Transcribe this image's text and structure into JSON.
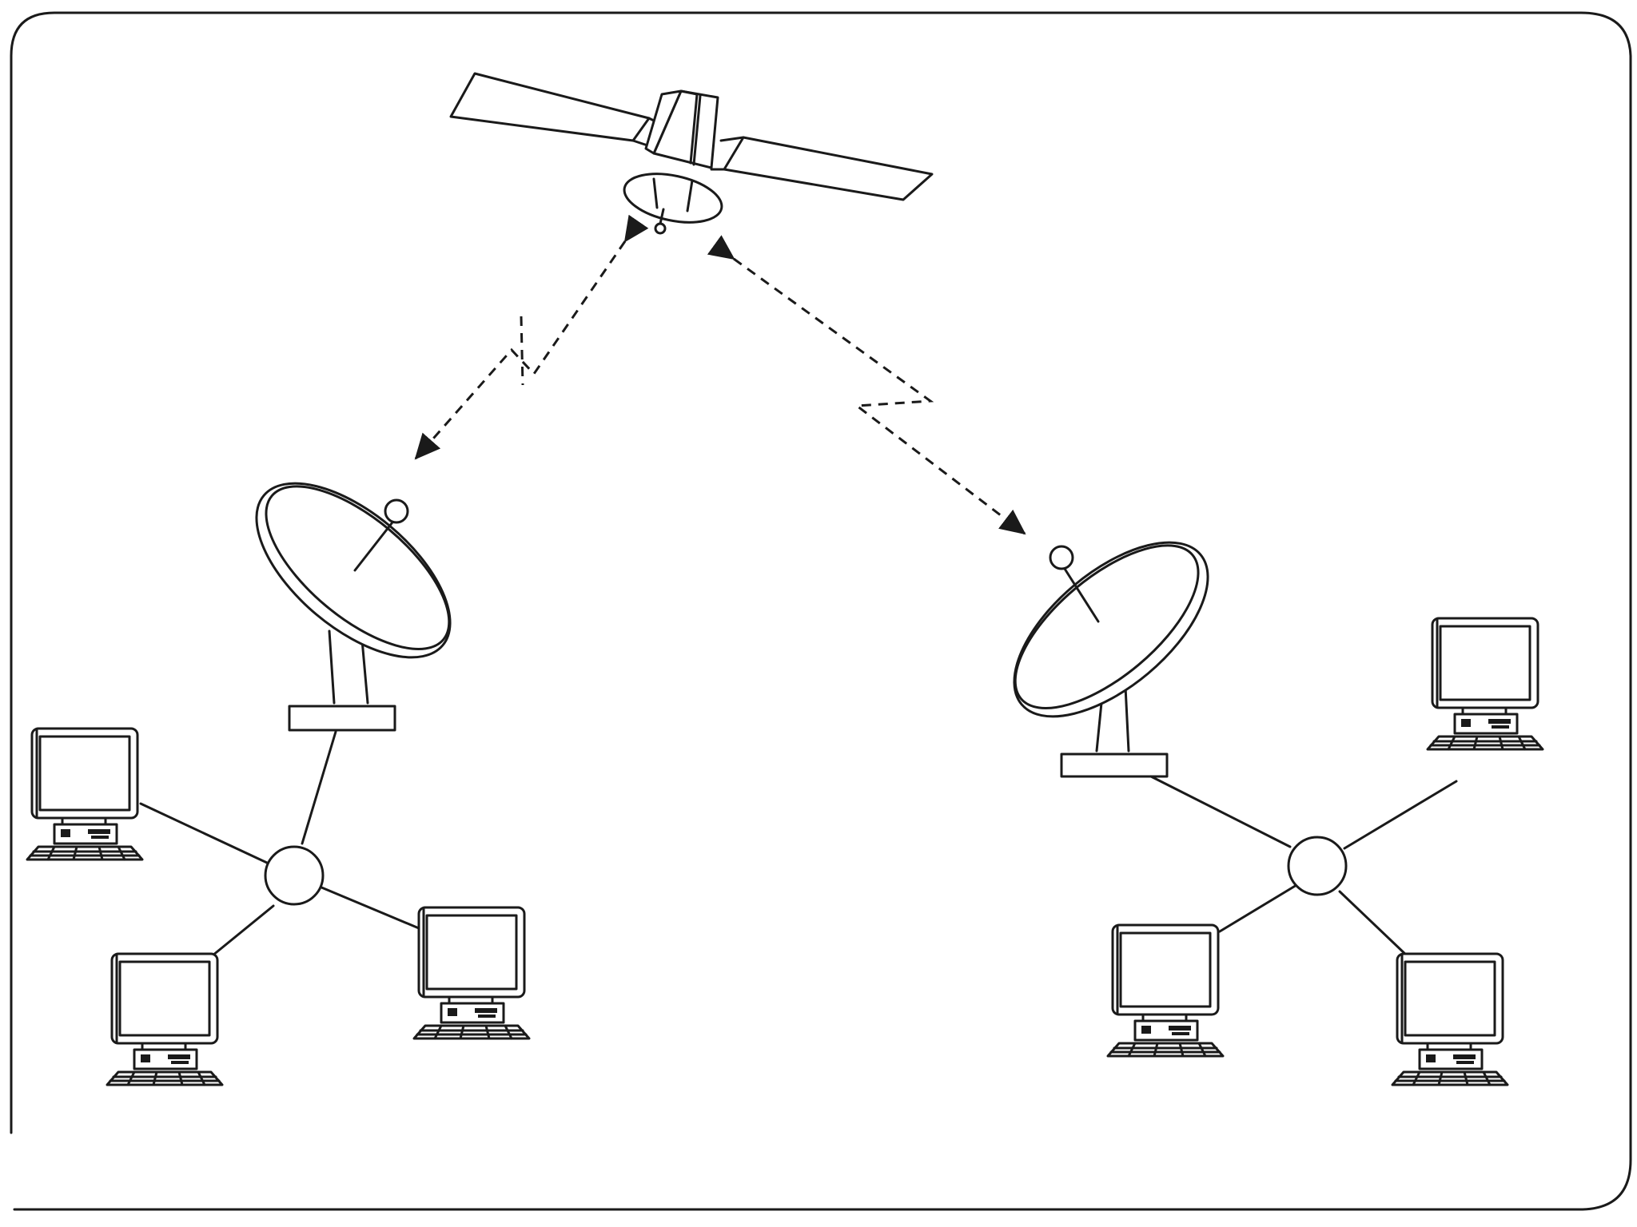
{
  "diagram": {
    "nodes": [
      {
        "id": "satellite",
        "icon": "satellite-icon"
      },
      {
        "id": "dish-left",
        "icon": "satellite-dish-icon"
      },
      {
        "id": "dish-right",
        "icon": "satellite-dish-icon"
      },
      {
        "id": "hub-left",
        "icon": "network-hub-icon"
      },
      {
        "id": "hub-right",
        "icon": "network-hub-icon"
      },
      {
        "id": "pc-left-1",
        "icon": "desktop-computer-icon"
      },
      {
        "id": "pc-left-2",
        "icon": "desktop-computer-icon"
      },
      {
        "id": "pc-left-3",
        "icon": "desktop-computer-icon"
      },
      {
        "id": "pc-right-1",
        "icon": "desktop-computer-icon"
      },
      {
        "id": "pc-right-2",
        "icon": "desktop-computer-icon"
      },
      {
        "id": "pc-right-3",
        "icon": "desktop-computer-icon"
      }
    ],
    "edges": [
      {
        "from": "satellite",
        "to": "dish-left",
        "style": "wireless-dashed-bidirectional"
      },
      {
        "from": "satellite",
        "to": "dish-right",
        "style": "wireless-dashed-bidirectional"
      },
      {
        "from": "dish-left",
        "to": "hub-left",
        "style": "solid"
      },
      {
        "from": "hub-left",
        "to": "pc-left-1",
        "style": "solid"
      },
      {
        "from": "hub-left",
        "to": "pc-left-2",
        "style": "solid"
      },
      {
        "from": "hub-left",
        "to": "pc-left-3",
        "style": "solid"
      },
      {
        "from": "dish-right",
        "to": "hub-right",
        "style": "solid"
      },
      {
        "from": "hub-right",
        "to": "pc-right-1",
        "style": "solid"
      },
      {
        "from": "hub-right",
        "to": "pc-right-2",
        "style": "solid"
      },
      {
        "from": "hub-right",
        "to": "pc-right-3",
        "style": "solid"
      }
    ],
    "colors": {
      "stroke": "#1a1a1a",
      "background": "#ffffff"
    }
  }
}
